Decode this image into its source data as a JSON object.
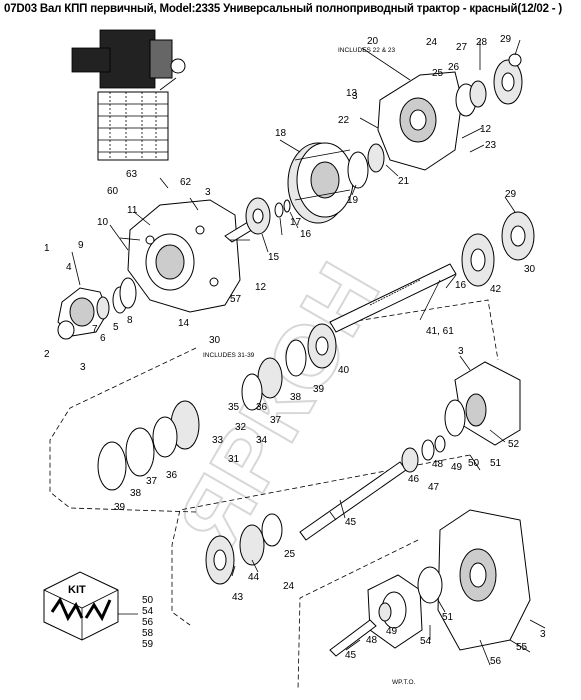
{
  "title": "07D03 Вал КПП первичный, Model:2335 Универсальный полноприводный трактор - красный(12/02 - )",
  "watermark": "ЯРКОН",
  "footer_code": "WP.T.O.",
  "kit": {
    "label": "KIT",
    "parts": [
      "50",
      "54",
      "56",
      "58",
      "59"
    ]
  },
  "notes": {
    "n20": "INCLUDES 22 & 23",
    "n30": "INCLUDES 31-39"
  },
  "callouts": {
    "c1": "1",
    "c2": "2",
    "c3a": "3",
    "c3b": "3",
    "c3c": "3",
    "c3d": "3",
    "c3e": "3",
    "c4": "4",
    "c5": "5",
    "c6": "6",
    "c7": "7",
    "c8": "8",
    "c9": "9",
    "c10": "10",
    "c11": "11",
    "c12a": "12",
    "c12b": "12",
    "c13": "13",
    "c14": "14",
    "c15": "15",
    "c16a": "16",
    "c16b": "16",
    "c17": "17",
    "c18": "18",
    "c19": "19",
    "c20": "20",
    "c21": "21",
    "c22": "22",
    "c23": "23",
    "c24a": "24",
    "c24b": "24",
    "c25a": "25",
    "c25b": "25",
    "c26": "26",
    "c27": "27",
    "c28": "28",
    "c29a": "29",
    "c29b": "29",
    "c30a": "30",
    "c30b": "30",
    "c31": "31",
    "c32": "32",
    "c33": "33",
    "c34": "34",
    "c35": "35",
    "c36a": "36",
    "c36b": "36",
    "c37a": "37",
    "c37b": "37",
    "c38a": "38",
    "c38b": "38",
    "c39a": "39",
    "c39b": "39",
    "c40": "40",
    "c4161": "41, 61",
    "c42": "42",
    "c43": "43",
    "c44": "44",
    "c45a": "45",
    "c45b": "45",
    "c46": "46",
    "c47": "47",
    "c48a": "48",
    "c48b": "48",
    "c49a": "49",
    "c49b": "49",
    "c50": "50",
    "c51a": "51",
    "c51b": "51",
    "c52": "52",
    "c54": "54",
    "c55": "55",
    "c56": "56",
    "c57": "57",
    "c60": "60",
    "c62": "62",
    "c63": "63"
  }
}
